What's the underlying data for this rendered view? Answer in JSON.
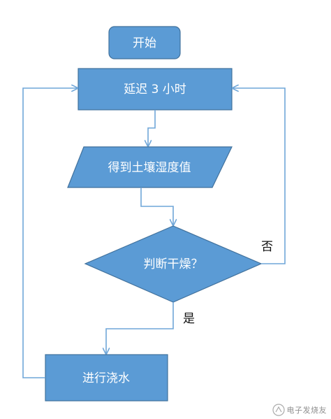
{
  "diagram": {
    "nodes": {
      "start": "开始",
      "delay": "延迟 3 小时",
      "read_humidity": "得到土壤湿度值",
      "decision": "判断干燥？",
      "water": "进行浇水"
    },
    "edge_labels": {
      "no": "否",
      "yes": "是"
    },
    "colors": {
      "fill": "#5b9bd5",
      "stroke": "#41719c",
      "arrow": "#6fa6d8"
    }
  },
  "watermark": {
    "logo_text": "电子发烧友"
  }
}
